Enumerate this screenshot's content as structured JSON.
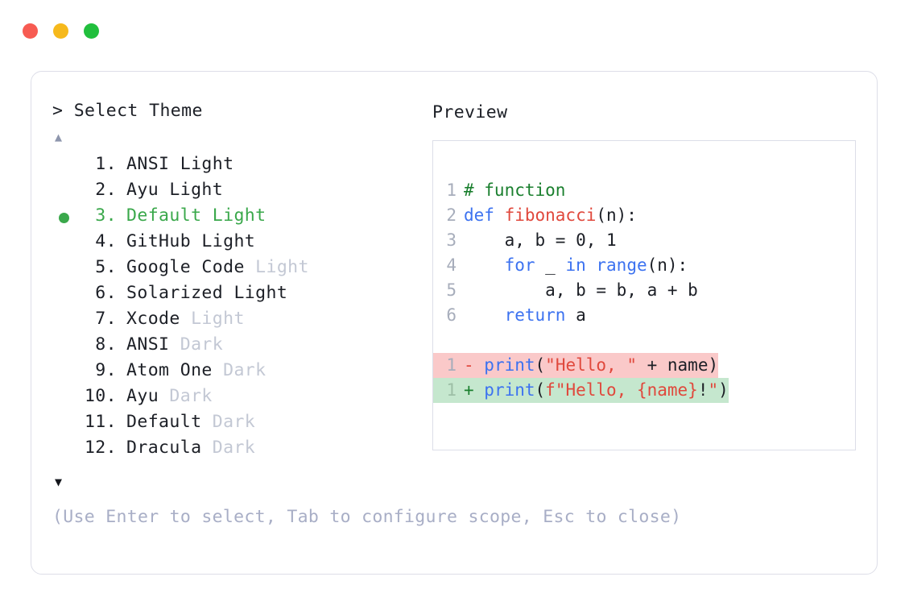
{
  "window": {
    "controls": [
      {
        "name": "close",
        "color": "#f75b52"
      },
      {
        "name": "minimize",
        "color": "#f6b91c"
      },
      {
        "name": "maximize",
        "color": "#21bf3d"
      }
    ]
  },
  "selector": {
    "prompt": "> Select Theme",
    "scroll_up": "▲",
    "scroll_down": "▼",
    "selected_index": 3,
    "items": [
      {
        "index": "1.",
        "name": "ANSI",
        "tag": " Light",
        "tag_dim": false,
        "selected": false
      },
      {
        "index": "2.",
        "name": "Ayu",
        "tag": " Light",
        "tag_dim": false,
        "selected": false
      },
      {
        "index": "3.",
        "name": "Default",
        "tag": " Light",
        "tag_dim": false,
        "selected": true
      },
      {
        "index": "4.",
        "name": "GitHub",
        "tag": " Light",
        "tag_dim": false,
        "selected": false
      },
      {
        "index": "5.",
        "name": "Google Code",
        "tag": " Light",
        "tag_dim": true,
        "selected": false
      },
      {
        "index": "6.",
        "name": "Solarized",
        "tag": " Light",
        "tag_dim": false,
        "selected": false
      },
      {
        "index": "7.",
        "name": "Xcode",
        "tag": " Light",
        "tag_dim": true,
        "selected": false
      },
      {
        "index": "8.",
        "name": "ANSI",
        "tag": " Dark",
        "tag_dim": true,
        "selected": false
      },
      {
        "index": "9.",
        "name": "Atom One",
        "tag": " Dark",
        "tag_dim": true,
        "selected": false
      },
      {
        "index": "10.",
        "name": "Ayu",
        "tag": " Dark",
        "tag_dim": true,
        "selected": false
      },
      {
        "index": "11.",
        "name": "Default",
        "tag": " Dark",
        "tag_dim": true,
        "selected": false
      },
      {
        "index": "12.",
        "name": "Dracula",
        "tag": " Dark",
        "tag_dim": true,
        "selected": false
      }
    ],
    "hint": "(Use Enter to select, Tab to configure scope, Esc to close)"
  },
  "preview": {
    "title": "Preview",
    "code_lines": [
      {
        "n": "1",
        "tokens": [
          {
            "t": "# function",
            "c": "t-com"
          }
        ]
      },
      {
        "n": "2",
        "tokens": [
          {
            "t": "def ",
            "c": "t-kw"
          },
          {
            "t": "fibonacci",
            "c": "t-fn"
          },
          {
            "t": "(n):",
            "c": "t-pln"
          }
        ]
      },
      {
        "n": "3",
        "tokens": [
          {
            "t": "    a, b = 0, 1",
            "c": "t-pln"
          }
        ]
      },
      {
        "n": "4",
        "tokens": [
          {
            "t": "    ",
            "c": "t-pln"
          },
          {
            "t": "for",
            "c": "t-kw"
          },
          {
            "t": " _ ",
            "c": "t-pln"
          },
          {
            "t": "in ",
            "c": "t-kw"
          },
          {
            "t": "range",
            "c": "t-bi"
          },
          {
            "t": "(n):",
            "c": "t-pln"
          }
        ]
      },
      {
        "n": "5",
        "tokens": [
          {
            "t": "        a, b = b, a + b",
            "c": "t-pln"
          }
        ]
      },
      {
        "n": "6",
        "tokens": [
          {
            "t": "    ",
            "c": "t-pln"
          },
          {
            "t": "return",
            "c": "t-kw"
          },
          {
            "t": " a",
            "c": "t-pln"
          }
        ]
      }
    ],
    "diff_lines": [
      {
        "n": "1",
        "kind": "del",
        "sign": "- ",
        "tokens": [
          {
            "t": "print",
            "c": "t-bi"
          },
          {
            "t": "(",
            "c": "t-pln"
          },
          {
            "t": "\"Hello, \"",
            "c": "t-str"
          },
          {
            "t": " + name)",
            "c": "t-pln"
          }
        ]
      },
      {
        "n": "1",
        "kind": "add",
        "sign": "+ ",
        "tokens": [
          {
            "t": "print",
            "c": "t-bi"
          },
          {
            "t": "(",
            "c": "t-pln"
          },
          {
            "t": "f\"Hello, ",
            "c": "t-str"
          },
          {
            "t": "{name}",
            "c": "t-str"
          },
          {
            "t": "!",
            "c": "t-pln"
          },
          {
            "t": "\"",
            "c": "t-str"
          },
          {
            "t": ")",
            "c": "t-pln"
          }
        ]
      }
    ]
  },
  "colors": {
    "comment": "#1a7f2e",
    "keyword": "#3c72f0",
    "function": "#e0483c",
    "string": "#e0483c",
    "selected": "#3aa84b",
    "dim": "#c3c8d4",
    "diff_del_bg": "#fac9c9",
    "diff_add_bg": "#c5e7ce",
    "border": "#dddee8"
  }
}
